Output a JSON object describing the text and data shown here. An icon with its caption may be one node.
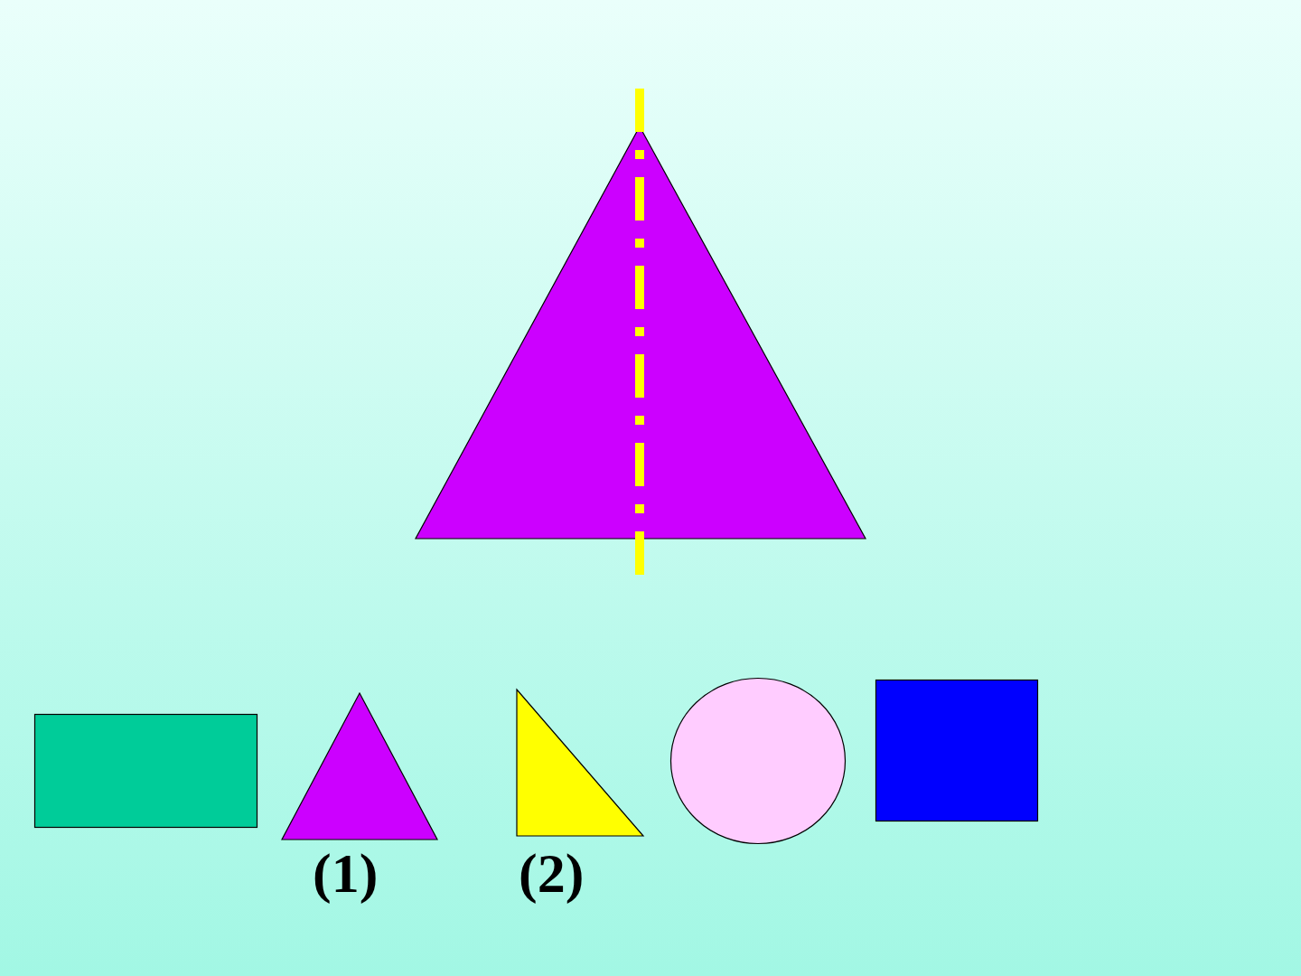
{
  "diagram": {
    "nodes": [
      {
        "text": [],
        "shape": "triangle"
      },
      {
        "text": [],
        "shape": "box"
      },
      {
        "text": [],
        "shape": "triangle",
        "beside": [
          "(1)"
        ]
      },
      {
        "text": [],
        "shape": "triangle",
        "beside": [
          "(2)"
        ]
      },
      {
        "text": [],
        "shape": "circle"
      },
      {
        "text": [],
        "shape": "box"
      }
    ]
  }
}
